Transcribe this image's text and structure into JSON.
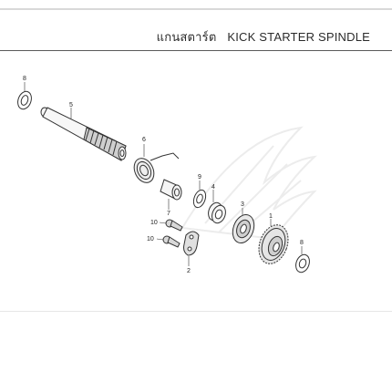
{
  "header": {
    "title_thai": "แกนสตาร์ต",
    "title_en": "KICK STARTER SPINDLE"
  },
  "callouts": {
    "c1": "1",
    "c2": "2",
    "c3": "3",
    "c4": "4",
    "c5": "5",
    "c6": "6",
    "c7": "7",
    "c8a": "8",
    "c8b": "8",
    "c9": "9",
    "c10a": "10",
    "c10b": "10"
  },
  "colors": {
    "line": "#2b2b2b",
    "part_stroke": "#333333",
    "watermark": "#ececec"
  }
}
